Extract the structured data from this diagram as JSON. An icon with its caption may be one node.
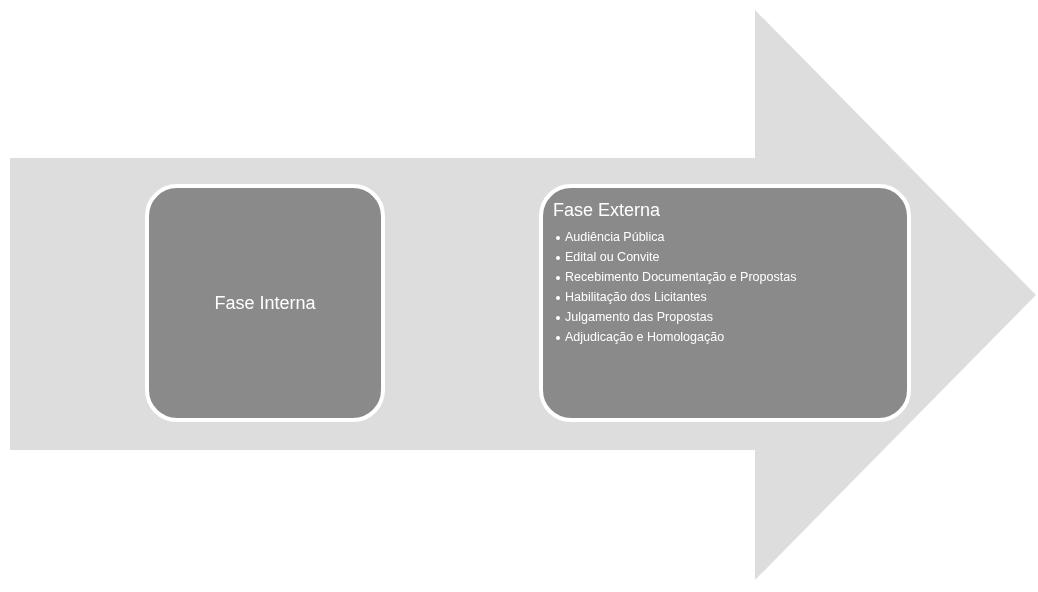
{
  "diagram": {
    "nodes": [
      {
        "text": [
          "Fase Interna"
        ]
      },
      {
        "text": [
          "Fase Externa",
          "Audiência Pública",
          "Edital ou Convite",
          "Recebimento Documentação e Propostas",
          "Habilitação dos Licitantes",
          "Julgamento das Propostas",
          "Adjudicação e Homologação"
        ]
      }
    ],
    "edges": []
  }
}
